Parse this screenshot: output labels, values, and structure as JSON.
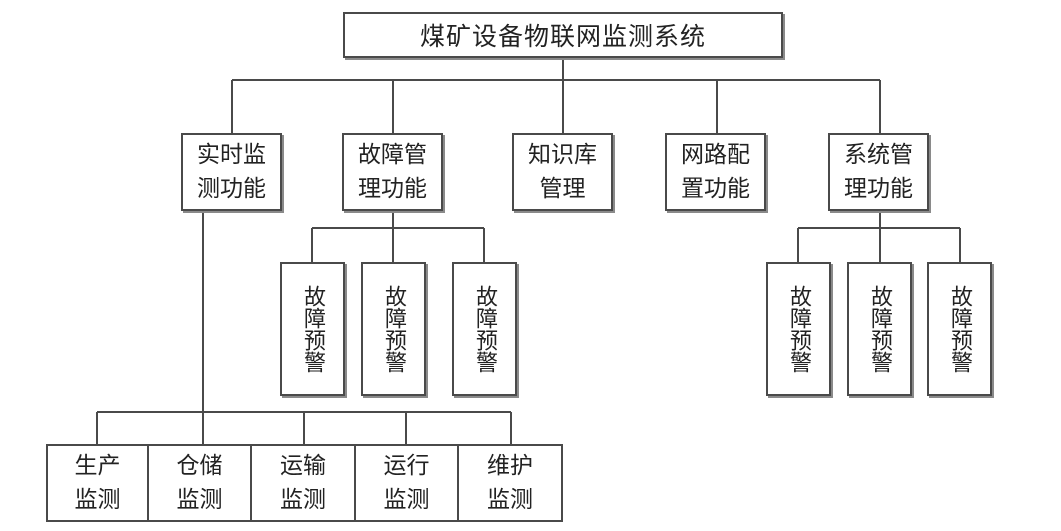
{
  "title": "煤矿设备物联网监测系统",
  "categories": [
    {
      "line1": "实时监",
      "line2": "测功能"
    },
    {
      "line1": "故障管",
      "line2": "理功能"
    },
    {
      "line1": "知识库",
      "line2": "管理"
    },
    {
      "line1": "网路配",
      "line2": "置功能"
    },
    {
      "line1": "系统管",
      "line2": "理功能"
    }
  ],
  "fault_group": [
    "故障预警",
    "故障预警",
    "故障预警"
  ],
  "system_group": [
    "故障预警",
    "故障预警",
    "故障预警"
  ],
  "monitoring_items": [
    {
      "line1": "生产",
      "line2": "监测"
    },
    {
      "line1": "仓储",
      "line2": "监测"
    },
    {
      "line1": "运输",
      "line2": "监测"
    },
    {
      "line1": "运行",
      "line2": "监测"
    },
    {
      "line1": "维护",
      "line2": "监测"
    }
  ]
}
